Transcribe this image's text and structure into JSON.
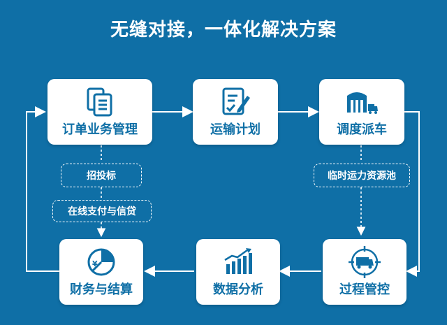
{
  "title": "无缝对接，一体化解决方案",
  "nodes": {
    "order": "订单业务管理",
    "transport_plan": "运输计划",
    "dispatch": "调度派车",
    "process": "过程管控",
    "analytics": "数据分析",
    "finance": "财务与结算"
  },
  "tags": {
    "bidding": "招投标",
    "payment": "在线支付与信贷",
    "capacity_pool": "临时运力资源池"
  },
  "icon_names": {
    "order": "document-copy-icon",
    "transport_plan": "edit-checklist-icon",
    "dispatch": "warehouse-truck-icon",
    "process": "truck-target-icon",
    "analytics": "bar-chart-trend-icon",
    "finance": "yen-pie-icon"
  },
  "colors": {
    "background": "#0f6fa6",
    "card": "#ffffff",
    "accent": "#0f6fa6"
  }
}
